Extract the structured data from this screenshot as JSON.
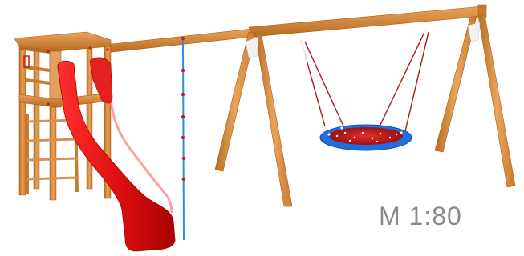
{
  "scale_label": "M 1:80",
  "colors": {
    "wood": "#d98a3a",
    "wood_dark": "#b86a22",
    "wood_light": "#e9a45a",
    "slide": "#e01010",
    "slide_dark": "#b00000",
    "rope": "#2f8fd6",
    "swing_ring": "#1f6fe0",
    "swing_net": "#c02020",
    "scale_text": "#8a8a8a"
  },
  "icons": [
    "play-tower",
    "slide",
    "climbing-rope",
    "a-frame-swing",
    "nest-swing"
  ]
}
